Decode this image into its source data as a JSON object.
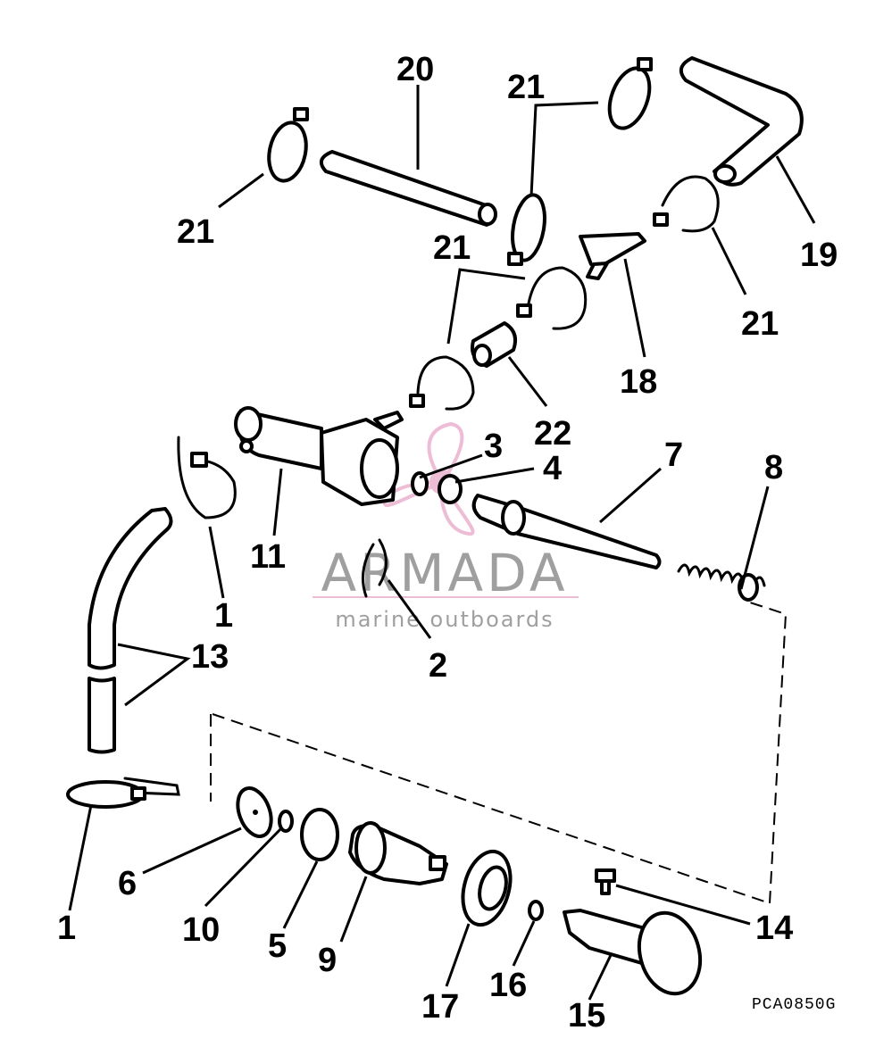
{
  "diagram": {
    "callouts": {
      "n1a": "1",
      "n1b": "1",
      "n2": "2",
      "n3": "3",
      "n4": "4",
      "n5": "5",
      "n6": "6",
      "n7": "7",
      "n8": "8",
      "n9": "9",
      "n10": "10",
      "n11": "11",
      "n13": "13",
      "n14": "14",
      "n15": "15",
      "n16": "16",
      "n17": "17",
      "n18": "18",
      "n19": "19",
      "n20": "20",
      "n21a": "21",
      "n21b": "21",
      "n21c": "21",
      "n21d": "21",
      "n22": "22"
    },
    "figure_code": "PCA0850G"
  },
  "watermark": {
    "brand": "ARMADA",
    "tagline": "marine outboards",
    "colors": {
      "brand": "#808080",
      "logo": "#e8a6c8"
    }
  }
}
